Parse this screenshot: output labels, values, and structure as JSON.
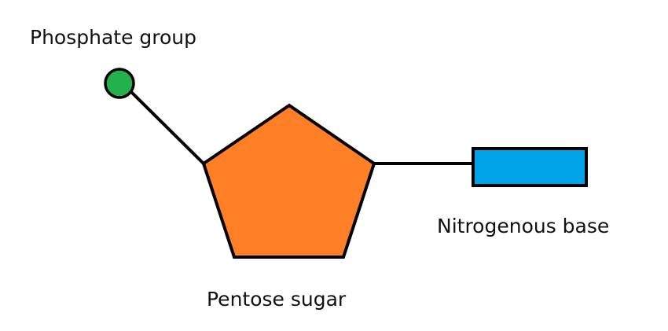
{
  "diagram": {
    "labels": {
      "phosphate": "Phosphate group",
      "base": "Nitrogenous base",
      "sugar": "Pentose sugar"
    },
    "colors": {
      "phosphate": "#22b14c",
      "sugar": "#ff7f27",
      "base": "#00a2e8",
      "outline": "#000000"
    }
  }
}
